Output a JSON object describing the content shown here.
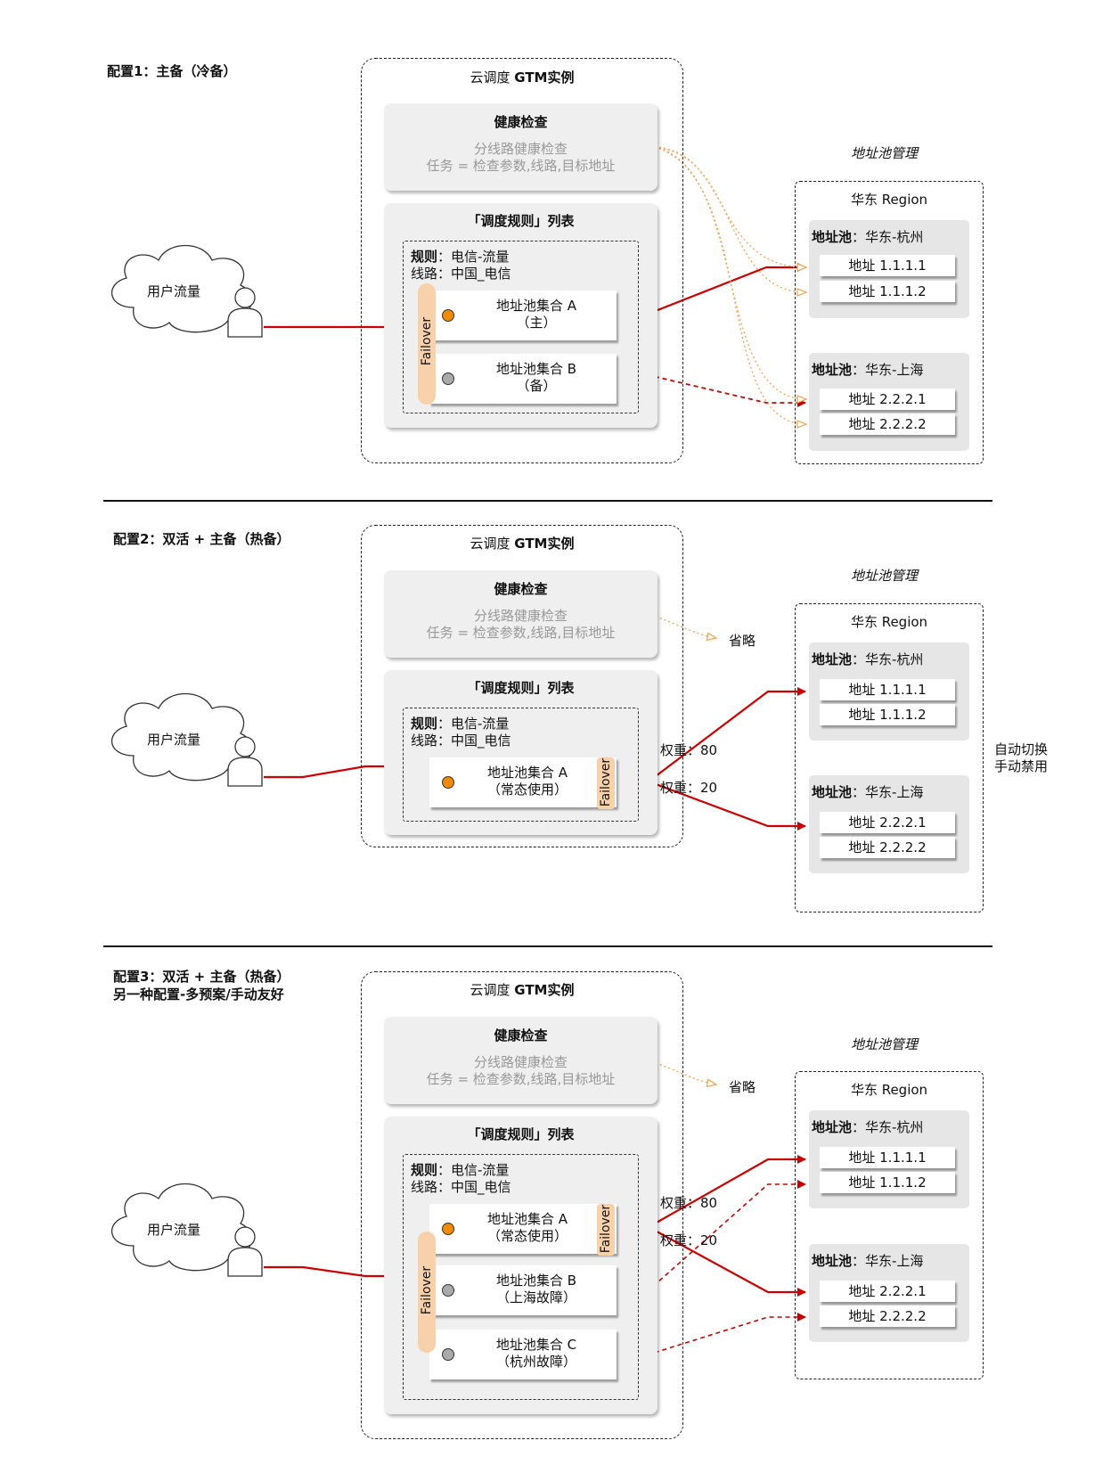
{
  "config1": {
    "title": "配置1：主备（冷备）",
    "gtm_title_prefix": "云调度 ",
    "gtm_title_bold": "GTM实例",
    "health_title": "健康检查",
    "health_line1": "分线路健康检查",
    "health_line2": "任务 = 检查参数,线路,目标地址",
    "rule_list_title": "「调度规则」列表",
    "rule_label": "规则",
    "rule_value": "：电信-流量",
    "line_value": "线路：中国_电信",
    "failover": "Failover",
    "set_a_line1": "地址池集合 A",
    "set_a_line2": "（主）",
    "set_b_line1": "地址池集合 B",
    "set_b_line2": "（备）",
    "user_traffic": "用户流量",
    "mgmt_title": "地址池管理",
    "region_title": "华东 Region",
    "pool1_label": "地址池",
    "pool1_value": "：华东-杭州",
    "pool2_label": "地址池",
    "pool2_value": "：华东-上海",
    "addr1": "地址 1.1.1.1",
    "addr2": "地址 1.1.1.2",
    "addr3": "地址 2.2.2.1",
    "addr4": "地址 2.2.2.2"
  },
  "config2": {
    "title": "配置2：双活 + 主备（热备）",
    "gtm_title_prefix": "云调度 ",
    "gtm_title_bold": "GTM实例",
    "health_title": "健康检查",
    "health_line1": "分线路健康检查",
    "health_line2": "任务 = 检查参数,线路,目标地址",
    "omit": "省略",
    "rule_list_title": "「调度规则」列表",
    "rule_label": "规则",
    "rule_value": "：电信-流量",
    "line_value": "线路：中国_电信",
    "failover": "Failover",
    "set_a_line1": "地址池集合 A",
    "set_a_line2": "（常态使用）",
    "weight1": "权重：80",
    "weight2": "权重：20",
    "user_traffic": "用户流量",
    "mgmt_title": "地址池管理",
    "region_title": "华东 Region",
    "pool1_label": "地址池",
    "pool1_value": "：华东-杭州",
    "pool2_label": "地址池",
    "pool2_value": "：华东-上海",
    "addr1": "地址 1.1.1.1",
    "addr2": "地址 1.1.1.2",
    "addr3": "地址 2.2.2.1",
    "addr4": "地址 2.2.2.2",
    "side_note_line1": "自动切换",
    "side_note_line2": "手动禁用"
  },
  "config3": {
    "title_line1": "配置3：双活 + 主备（热备）",
    "title_line2": "另一种配置-多预案/手动友好",
    "gtm_title_prefix": "云调度 ",
    "gtm_title_bold": "GTM实例",
    "health_title": "健康检查",
    "health_line1": "分线路健康检查",
    "health_line2": "任务 = 检查参数,线路,目标地址",
    "omit": "省略",
    "rule_list_title": "「调度规则」列表",
    "rule_label": "规则",
    "rule_value": "：电信-流量",
    "line_value": "线路：中国_电信",
    "failover": "Failover",
    "set_a_line1": "地址池集合 A",
    "set_a_line2": "（常态使用）",
    "set_b_line1": "地址池集合 B",
    "set_b_line2": "（上海故障）",
    "set_c_line1": "地址池集合 C",
    "set_c_line2": "（杭州故障）",
    "weight1": "权重：80",
    "weight2": "权重：20",
    "user_traffic": "用户流量",
    "mgmt_title": "地址池管理",
    "region_title": "华东 Region",
    "pool1_label": "地址池",
    "pool1_value": "：华东-杭州",
    "pool2_label": "地址池",
    "pool2_value": "：华东-上海",
    "addr1": "地址 1.1.1.1",
    "addr2": "地址 1.1.1.2",
    "addr3": "地址 2.2.2.1",
    "addr4": "地址 2.2.2.2"
  },
  "colors": {
    "arrow_red": "#cc0000",
    "health_orange": "#f5a04a",
    "dot_orange": "#f28a00",
    "dot_gray": "#aaaaaa",
    "failover_fill": "#f7d1aa",
    "panel_gray": "#efefef",
    "pool_gray": "#e6e6e6"
  },
  "icons": [
    "cloud-icon",
    "user-icon",
    "status-dot-icon"
  ]
}
